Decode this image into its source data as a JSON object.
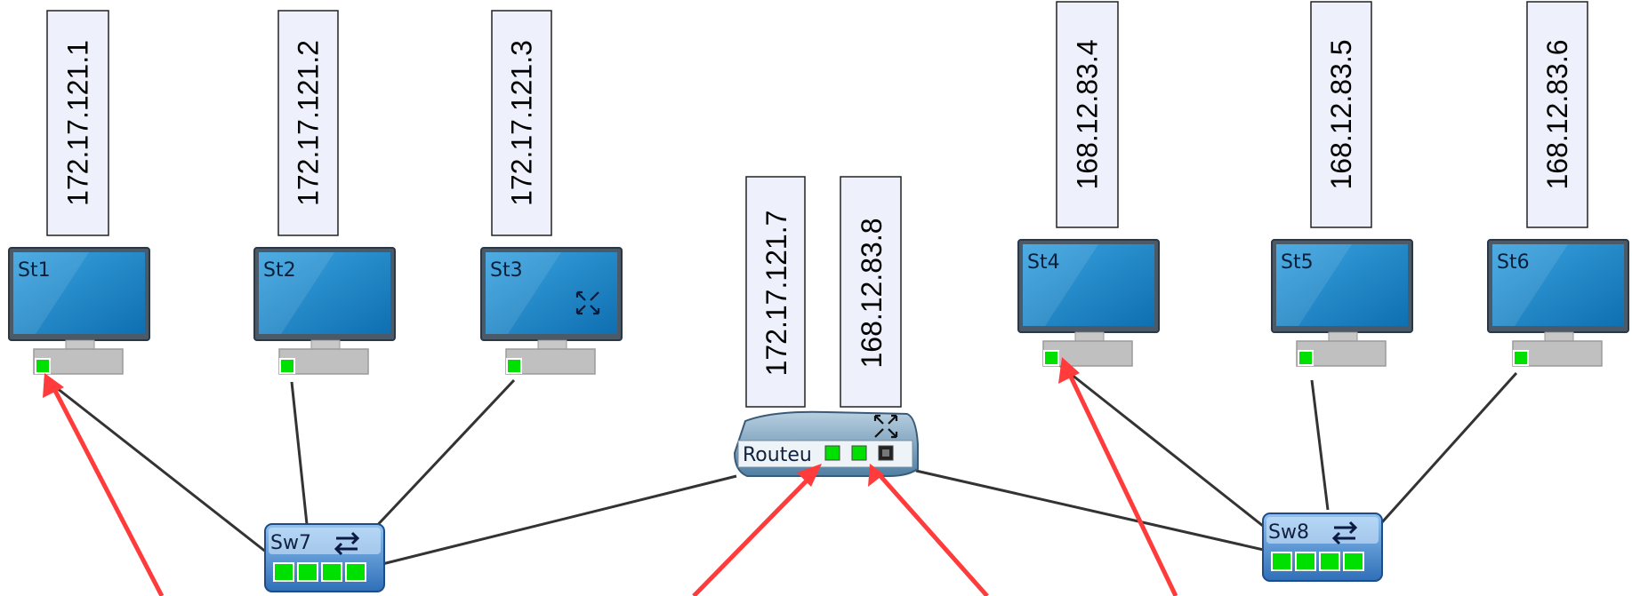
{
  "stations": [
    {
      "name": "St1",
      "ip": "172.17.121.1"
    },
    {
      "name": "St2",
      "ip": "172.17.121.2"
    },
    {
      "name": "St3",
      "ip": "172.17.121.3"
    },
    {
      "name": "St4",
      "ip": "168.12.83.4"
    },
    {
      "name": "St5",
      "ip": "168.12.83.5"
    },
    {
      "name": "St6",
      "ip": "168.12.83.6"
    }
  ],
  "switches": [
    {
      "name": "Sw7"
    },
    {
      "name": "Sw8"
    }
  ],
  "router": {
    "name": "Routeu",
    "ips": [
      "172.17.121.7",
      "168.12.83.8"
    ]
  },
  "colors": {
    "link": "#333333",
    "arrow": "#ff3b3b",
    "port_active": "#00e000",
    "screen": "#1a86cc",
    "label_bg": "#eef0fb"
  },
  "icons": {
    "station": "desktop-computer-icon",
    "switch": "network-switch-icon",
    "router": "router-icon",
    "expand": "expand-arrows-icon"
  }
}
